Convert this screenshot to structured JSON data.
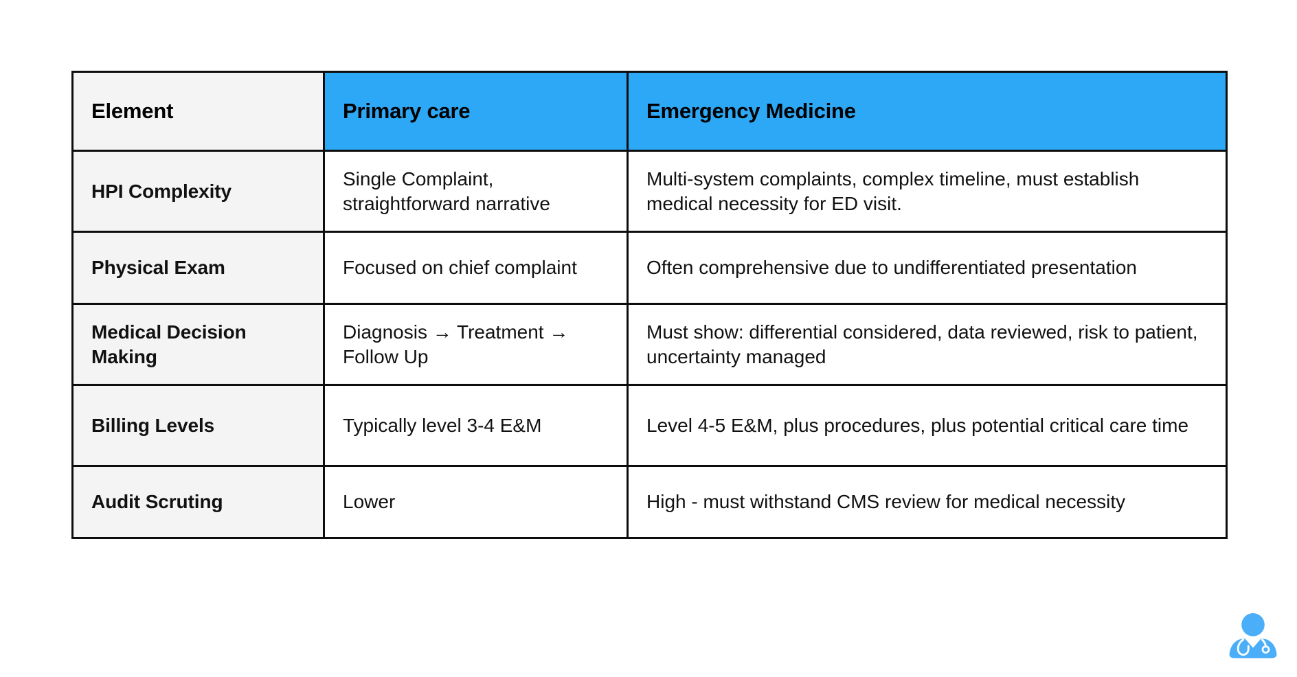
{
  "slide": {
    "background_color": "#ffffff",
    "accent_color": "#2ca8f7",
    "label_cell_color": "#f4f4f4",
    "border_color": "#0d0d0d"
  },
  "table": {
    "headers": [
      {
        "label": "Element",
        "style": "plain"
      },
      {
        "label": "Primary care",
        "style": "accent"
      },
      {
        "label": "Emergency Medicine",
        "style": "accent"
      }
    ],
    "rows": [
      {
        "element": "HPI Complexity",
        "primary_care": "Single Complaint, straightforward narrative",
        "emergency_medicine": "Multi-system complaints, complex timeline, must establish medical necessity for ED visit."
      },
      {
        "element": "Physical Exam",
        "primary_care": "Focused on chief complaint",
        "emergency_medicine": "Often comprehensive due to undifferentiated presentation"
      },
      {
        "element": "Medical Decision Making",
        "primary_care": "Diagnosis → Treatment → Follow Up",
        "emergency_medicine": "Must show: differential considered, data reviewed, risk to patient, uncertainty managed"
      },
      {
        "element": "Billing Levels",
        "primary_care": "Typically level 3-4 E&M",
        "emergency_medicine": "Level 4-5 E&M, plus procedures, plus potential critical care time"
      },
      {
        "element": "Audit Scruting",
        "primary_care": "Lower",
        "emergency_medicine": "High - must withstand CMS review for medical necessity"
      }
    ]
  },
  "branding": {
    "logo_icon": "doctor-stethoscope-icon",
    "logo_color": "#4aaef8"
  }
}
